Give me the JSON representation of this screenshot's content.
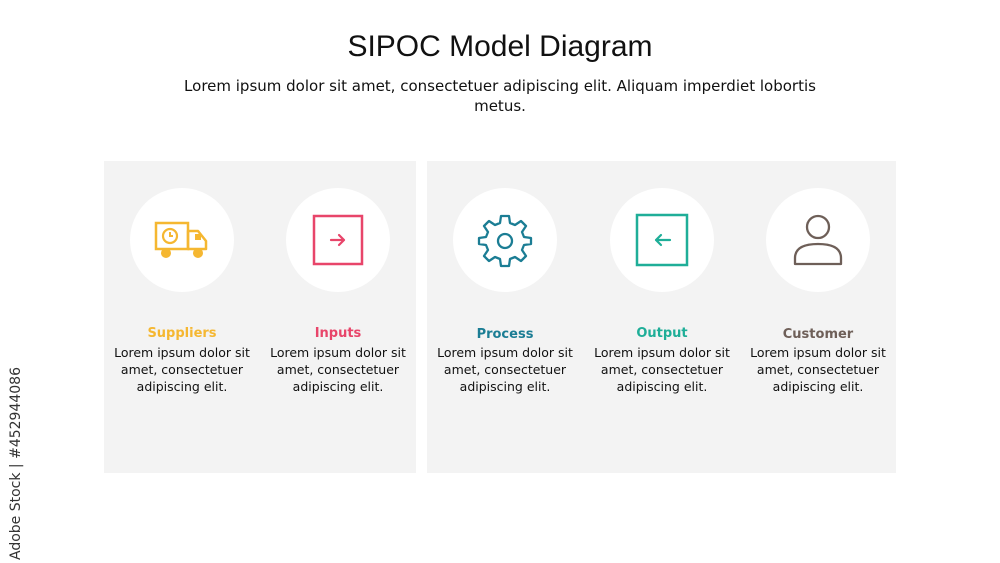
{
  "title": "SIPOC Model Diagram",
  "subtitle": "Lorem ipsum dolor sit amet, consectetuer adipiscing elit. Aliquam imperdiet lobortis metus.",
  "steps": [
    {
      "label": "Suppliers",
      "desc": "Lorem ipsum dolor sit amet, consectetuer adipiscing elit.",
      "color": "#f5b731",
      "icon": "truck-icon"
    },
    {
      "label": "Inputs",
      "desc": "Lorem ipsum dolor sit amet, consectetuer adipiscing elit.",
      "color": "#e8456a",
      "icon": "arrow-right-box-icon"
    },
    {
      "label": "Process",
      "desc": "Lorem ipsum dolor sit amet, consectetuer adipiscing elit.",
      "color": "#1b7d94",
      "icon": "gear-icon"
    },
    {
      "label": "Output",
      "desc": "Lorem ipsum dolor sit amet, consectetuer adipiscing elit.",
      "color": "#1fae98",
      "icon": "arrow-left-box-icon"
    },
    {
      "label": "Customer",
      "desc": "Lorem ipsum dolor sit amet, consectetuer adipiscing elit.",
      "color": "#6e5f58",
      "icon": "user-icon"
    }
  ],
  "watermark": "Adobe Stock | #452944086"
}
